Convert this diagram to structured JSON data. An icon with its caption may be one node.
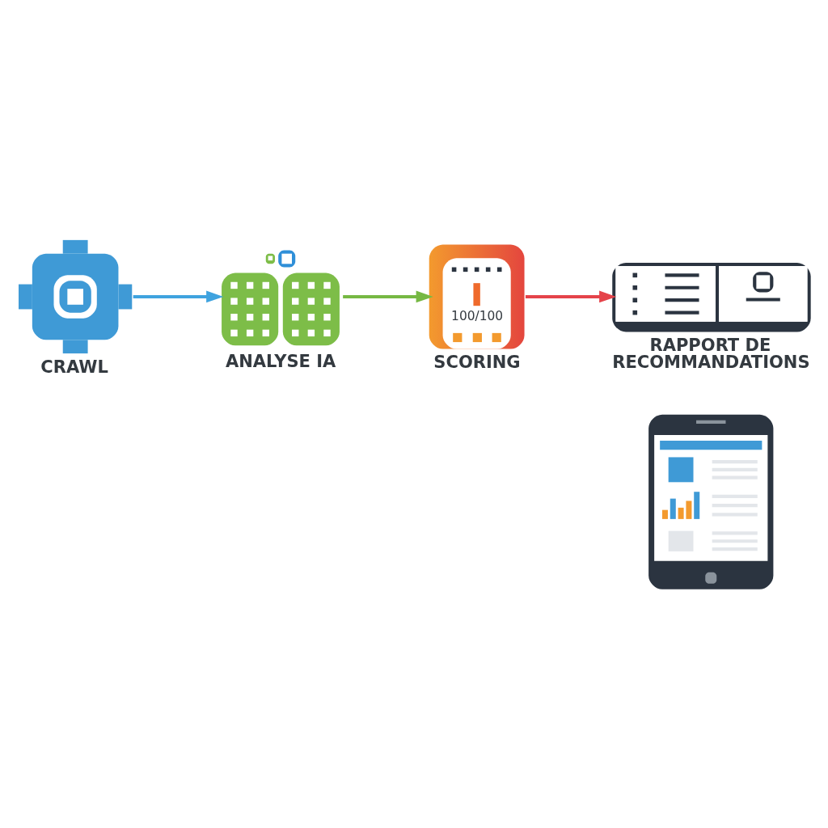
{
  "diagram": {
    "nodes": [
      {
        "text": [
          "CRAWL"
        ]
      },
      {
        "text": [
          "ANALYSE IA"
        ]
      },
      {
        "text": [
          "100/100",
          "SCORING"
        ]
      },
      {
        "text": [
          "RAPPORT DE RECOMMANDATIONS"
        ]
      },
      {
        "text": [],
        "shape": "picture"
      }
    ],
    "edges": [
      {
        "from": 0,
        "to": 1,
        "arrow": "to",
        "color": "#3fa3df"
      },
      {
        "from": 1,
        "to": 2,
        "arrow": "to",
        "color": "#76b843"
      },
      {
        "from": 2,
        "to": 3,
        "arrow": "to",
        "color": "#e5434a"
      }
    ]
  }
}
